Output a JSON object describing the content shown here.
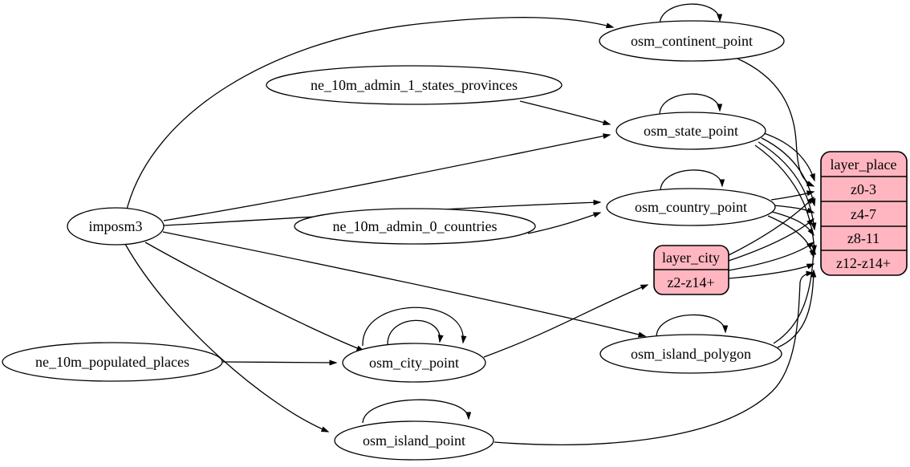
{
  "diagram": {
    "type": "graphviz-etl-flow",
    "colors": {
      "background": "#ffffff",
      "node_fill": "#ffffff",
      "record_fill": "#ffb6c1",
      "stroke": "#000000",
      "text": "#000000"
    },
    "nodes": {
      "imposm3": {
        "label": "imposm3",
        "shape": "ellipse"
      },
      "ne_10m_admin_1_states_provinces": {
        "label": "ne_10m_admin_1_states_provinces",
        "shape": "ellipse"
      },
      "ne_10m_admin_0_countries": {
        "label": "ne_10m_admin_0_countries",
        "shape": "ellipse"
      },
      "ne_10m_populated_places": {
        "label": "ne_10m_populated_places",
        "shape": "ellipse"
      },
      "osm_continent_point": {
        "label": "osm_continent_point",
        "shape": "ellipse"
      },
      "osm_state_point": {
        "label": "osm_state_point",
        "shape": "ellipse"
      },
      "osm_country_point": {
        "label": "osm_country_point",
        "shape": "ellipse"
      },
      "osm_city_point": {
        "label": "osm_city_point",
        "shape": "ellipse"
      },
      "osm_island_polygon": {
        "label": "osm_island_polygon",
        "shape": "ellipse"
      },
      "osm_island_point": {
        "label": "osm_island_point",
        "shape": "ellipse"
      },
      "layer_city": {
        "label": "layer_city",
        "shape": "record",
        "rows": [
          "z2-z14+"
        ]
      },
      "layer_place": {
        "label": "layer_place",
        "shape": "record",
        "rows": [
          "z0-3",
          "z4-7",
          "z8-11",
          "z12-z14+"
        ]
      }
    },
    "edges": [
      {
        "from": "imposm3",
        "to": "osm_continent_point"
      },
      {
        "from": "imposm3",
        "to": "osm_state_point"
      },
      {
        "from": "imposm3",
        "to": "osm_country_point"
      },
      {
        "from": "imposm3",
        "to": "osm_city_point"
      },
      {
        "from": "imposm3",
        "to": "osm_island_polygon"
      },
      {
        "from": "imposm3",
        "to": "osm_island_point"
      },
      {
        "from": "ne_10m_admin_1_states_provinces",
        "to": "osm_state_point"
      },
      {
        "from": "ne_10m_admin_0_countries",
        "to": "osm_country_point"
      },
      {
        "from": "ne_10m_populated_places",
        "to": "osm_city_point"
      },
      {
        "from": "osm_continent_point",
        "to": "osm_continent_point",
        "self_loop": true
      },
      {
        "from": "osm_state_point",
        "to": "osm_state_point",
        "self_loop": true
      },
      {
        "from": "osm_country_point",
        "to": "osm_country_point",
        "self_loop": true
      },
      {
        "from": "osm_city_point",
        "to": "osm_city_point",
        "self_loop": true
      },
      {
        "from": "osm_city_point",
        "to": "osm_city_point",
        "self_loop": true
      },
      {
        "from": "osm_island_polygon",
        "to": "osm_island_polygon",
        "self_loop": true
      },
      {
        "from": "osm_island_point",
        "to": "osm_island_point",
        "self_loop": true
      },
      {
        "from": "osm_city_point",
        "to": "layer_city",
        "to_port": "z2-z14+"
      },
      {
        "from": "osm_continent_point",
        "to": "layer_place",
        "to_port": "z0-3"
      },
      {
        "from": "osm_state_point",
        "to": "layer_place",
        "to_port": "z0-3"
      },
      {
        "from": "osm_state_point",
        "to": "layer_place",
        "to_port": "z4-7"
      },
      {
        "from": "osm_state_point",
        "to": "layer_place",
        "to_port": "z8-11"
      },
      {
        "from": "osm_state_point",
        "to": "layer_place",
        "to_port": "z12-z14+"
      },
      {
        "from": "osm_country_point",
        "to": "layer_place",
        "to_port": "z0-3"
      },
      {
        "from": "osm_country_point",
        "to": "layer_place",
        "to_port": "z4-7"
      },
      {
        "from": "osm_country_point",
        "to": "layer_place",
        "to_port": "z8-11"
      },
      {
        "from": "osm_country_point",
        "to": "layer_place",
        "to_port": "z12-z14+"
      },
      {
        "from": "layer_city",
        "to": "layer_place",
        "to_port": "z0-3"
      },
      {
        "from": "layer_city",
        "to": "layer_place",
        "to_port": "z4-7"
      },
      {
        "from": "layer_city",
        "to": "layer_place",
        "to_port": "z8-11"
      },
      {
        "from": "layer_city",
        "to": "layer_place",
        "to_port": "z12-z14+"
      },
      {
        "from": "osm_island_polygon",
        "to": "layer_place",
        "to_port": "z8-11"
      },
      {
        "from": "osm_island_polygon",
        "to": "layer_place",
        "to_port": "z12-z14+"
      },
      {
        "from": "osm_island_point",
        "to": "layer_place",
        "to_port": "z12-z14+"
      }
    ]
  }
}
